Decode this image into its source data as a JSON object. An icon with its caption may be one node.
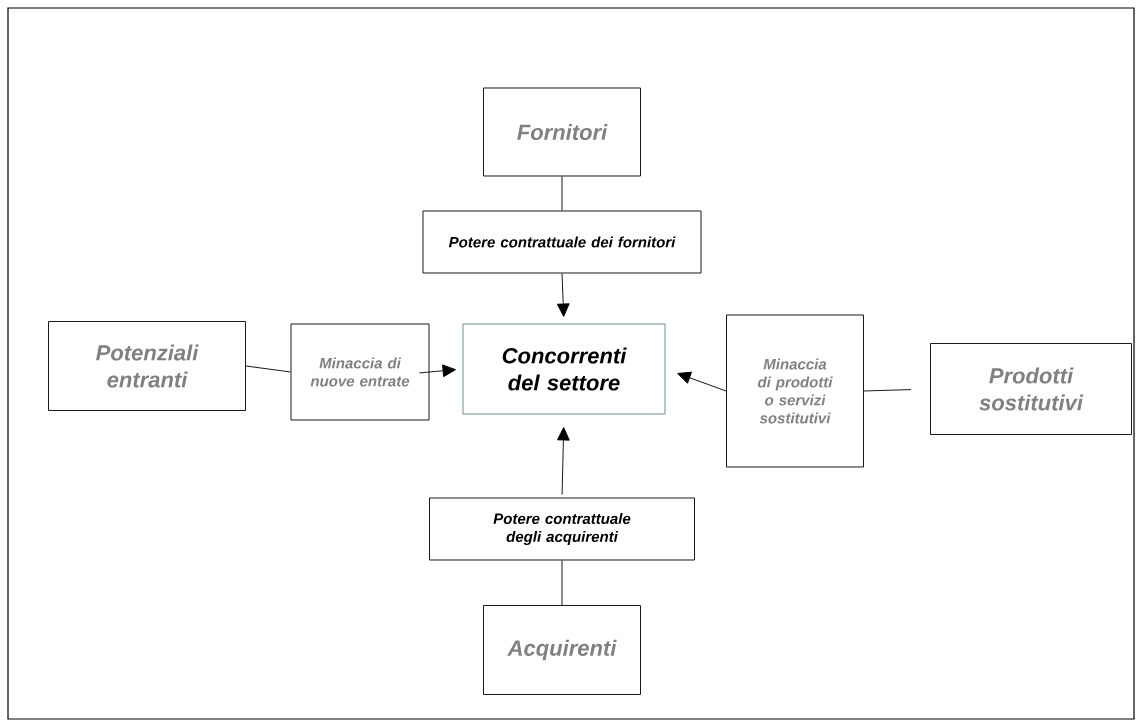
{
  "diagram": {
    "nodes": [
      {
        "text": [
          "Fornitori"
        ]
      },
      {
        "text": [
          "Potere contrattuale dei fornitori"
        ]
      },
      {
        "text": [
          "Potenziali entranti"
        ]
      },
      {
        "text": [
          "Minaccia di nuove entrate"
        ]
      },
      {
        "text": [
          "Concorrenti del settore"
        ]
      },
      {
        "text": [
          "Minaccia di prodotti o servizi sostitutivi"
        ]
      },
      {
        "text": [
          "Prodotti sostitutivi"
        ]
      },
      {
        "text": [
          "Potere contrattuale degli acquirenti"
        ]
      },
      {
        "text": [
          "Acquirenti"
        ]
      }
    ],
    "edges": [
      {
        "from": 0,
        "to": 1,
        "arrow": "none"
      },
      {
        "from": 1,
        "to": 4,
        "arrow": "to"
      },
      {
        "from": 2,
        "to": 3,
        "arrow": "none"
      },
      {
        "from": 3,
        "to": 4,
        "arrow": "to"
      },
      {
        "from": 6,
        "to": 5,
        "arrow": "none"
      },
      {
        "from": 5,
        "to": 4,
        "arrow": "to"
      },
      {
        "from": 8,
        "to": 7,
        "arrow": "none"
      },
      {
        "from": 7,
        "to": 4,
        "arrow": "to"
      }
    ]
  }
}
